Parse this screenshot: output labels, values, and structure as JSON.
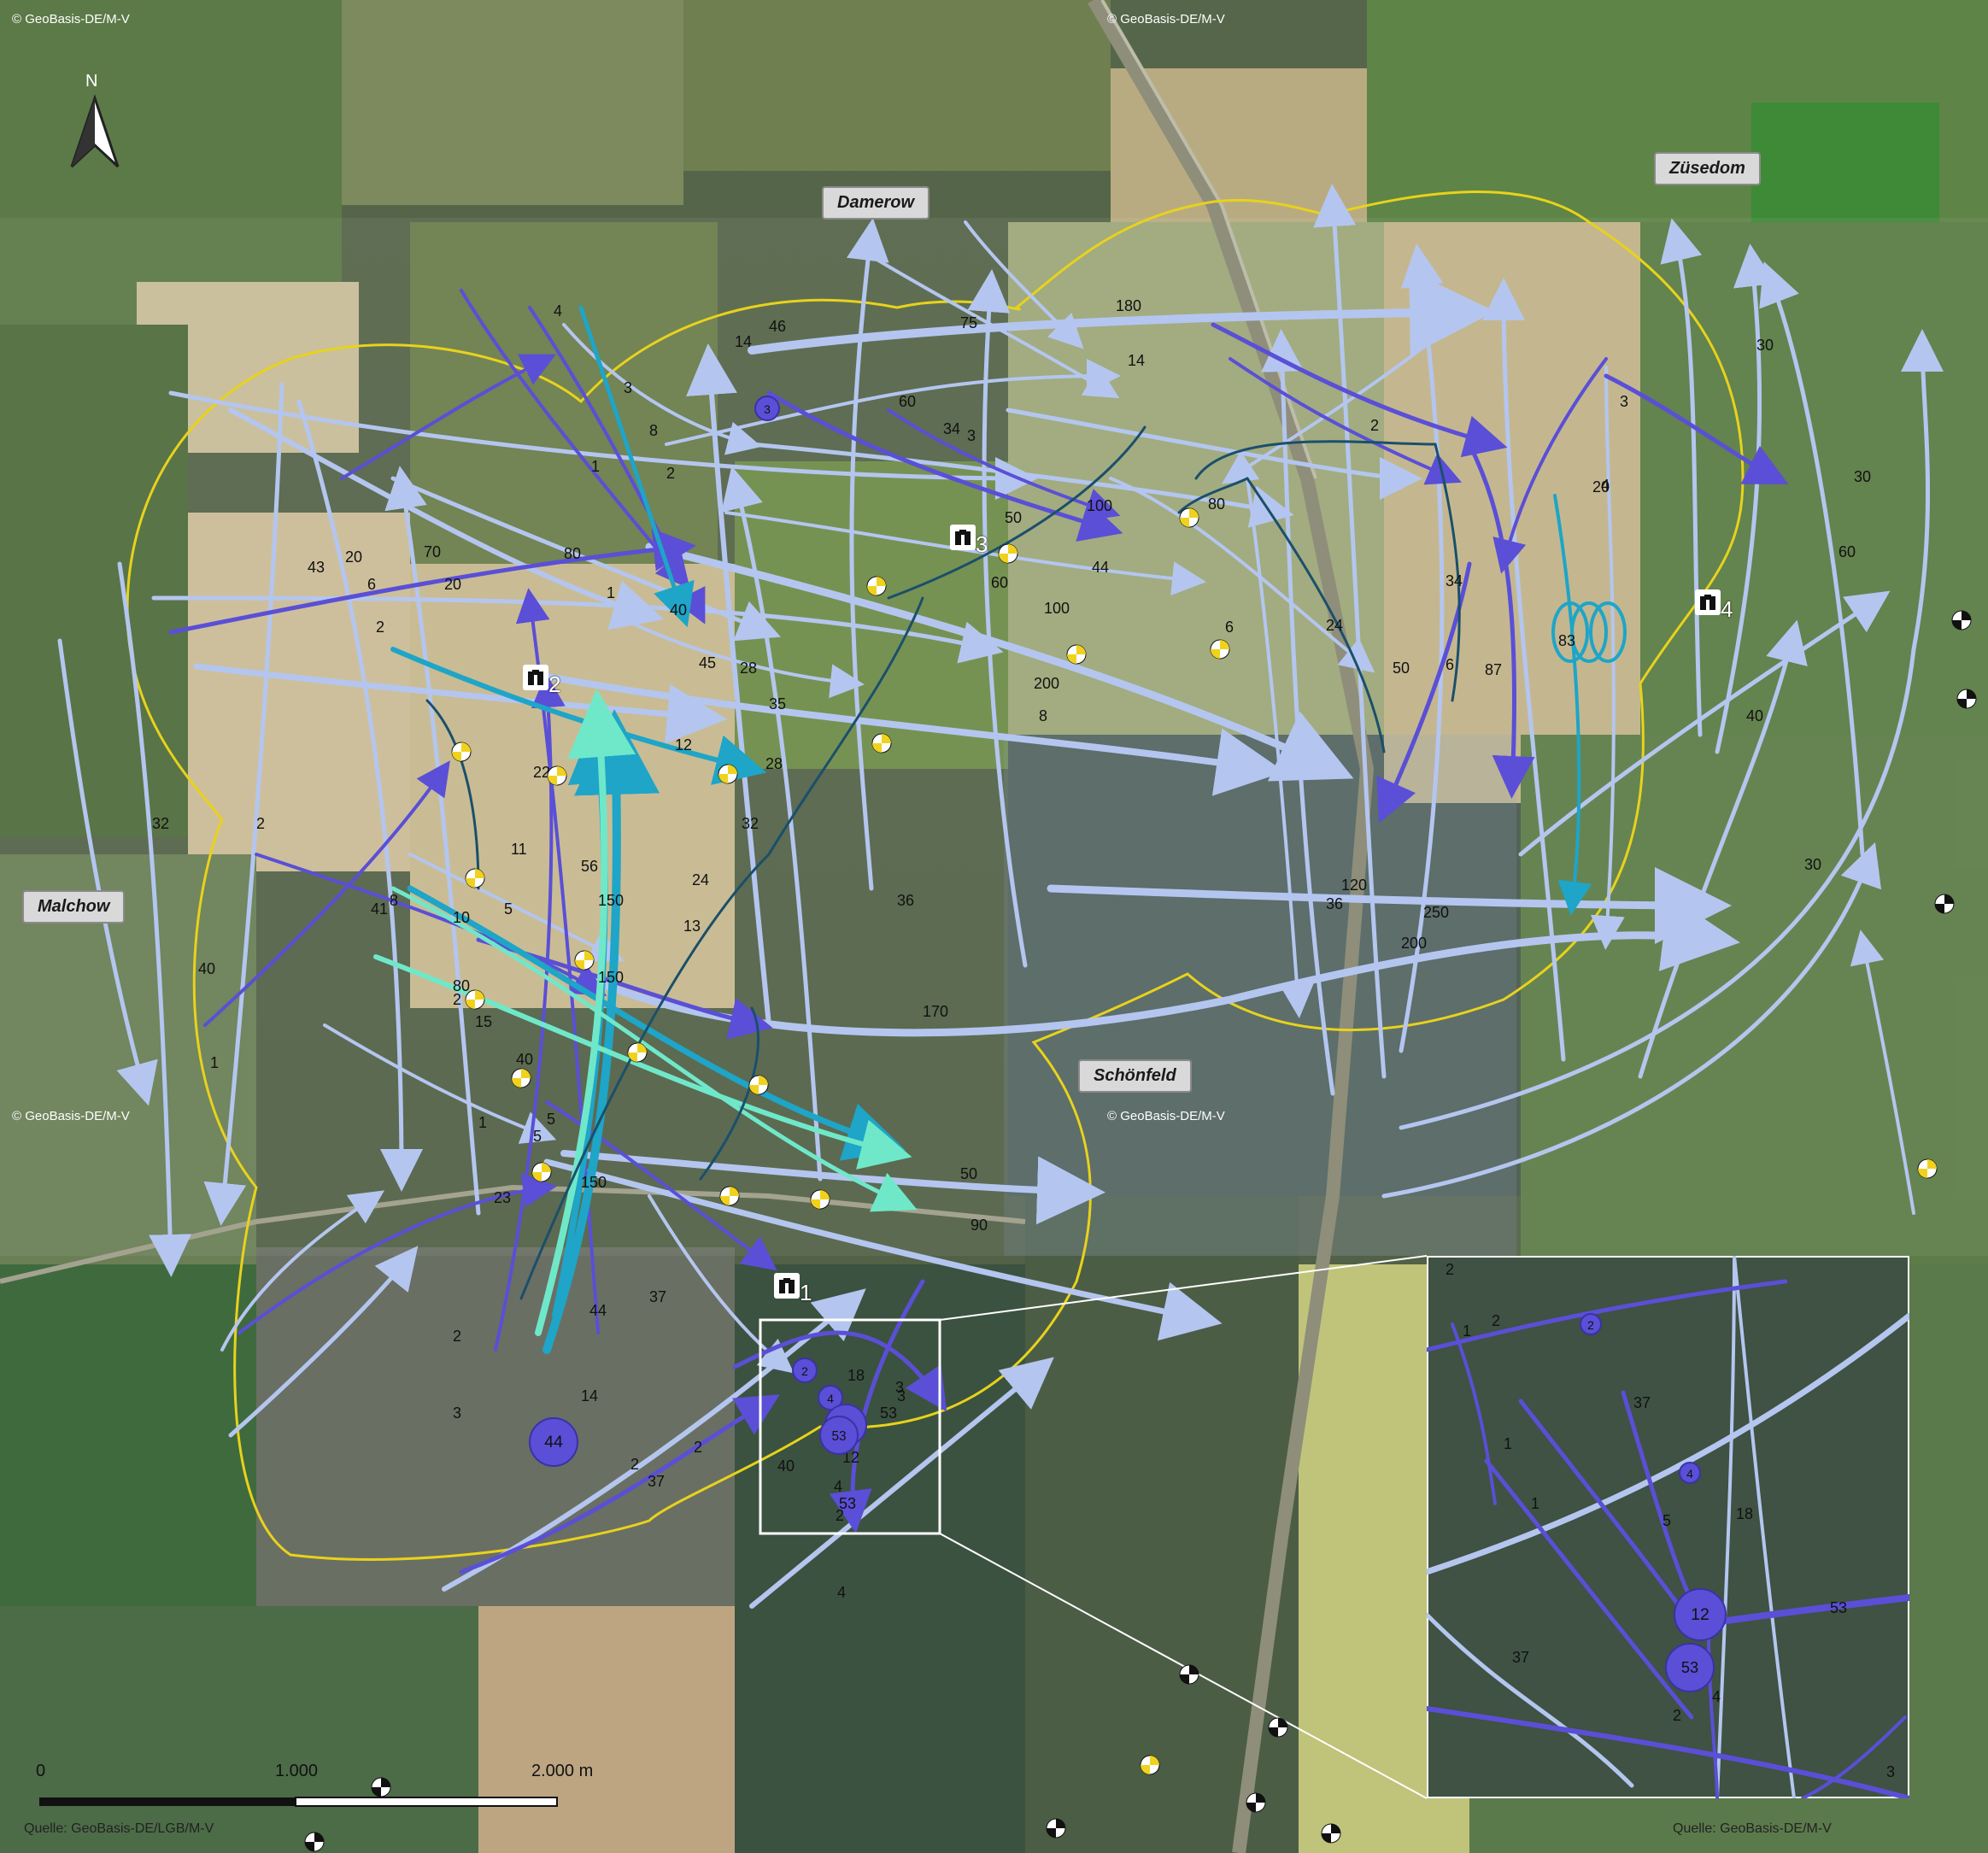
{
  "copyright": "© GeoBasis-DE/M-V",
  "places": {
    "damerow": "Damerow",
    "zuesedom": "Züsedom",
    "malchow": "Malchow",
    "schoenfeld": "Schönfeld"
  },
  "north_label": "N",
  "observation_points": [
    "1",
    "2",
    "3",
    "4"
  ],
  "scale_bar": {
    "label_0": "0",
    "label_1": "1.000",
    "label_2": "2.000 m"
  },
  "source_left": "Quelle: GeoBasis-DE/LGB/M-V",
  "source_right": "Quelle: GeoBasis-DE/M-V",
  "flight_counts": [
    "4",
    "46",
    "14",
    "75",
    "180",
    "14",
    "3",
    "8",
    "2",
    "1",
    "70",
    "80",
    "20",
    "43",
    "20",
    "6",
    "2",
    "1",
    "40",
    "28",
    "45",
    "35",
    "12",
    "28",
    "22",
    "32",
    "56",
    "24",
    "13",
    "150",
    "150",
    "150",
    "11",
    "10",
    "5",
    "80",
    "2",
    "15",
    "41",
    "8",
    "40",
    "5",
    "5",
    "1",
    "23",
    "44",
    "37",
    "2",
    "14",
    "37",
    "2",
    "2",
    "40",
    "4",
    "18",
    "3",
    "53",
    "12",
    "4",
    "53",
    "2",
    "3",
    "60",
    "34",
    "3",
    "50",
    "100",
    "44",
    "100",
    "60",
    "200",
    "8",
    "6",
    "80",
    "3",
    "30",
    "30",
    "60",
    "20",
    "4",
    "2",
    "34",
    "24",
    "50",
    "6",
    "87",
    "83",
    "40",
    "30",
    "36",
    "250",
    "200",
    "120",
    "170",
    "50",
    "90",
    "36",
    "32",
    "40",
    "2",
    "1",
    "3"
  ],
  "circles": {
    "main": [
      {
        "label": "44"
      },
      {
        "label": "3"
      },
      {
        "label": "2"
      },
      {
        "label": "4"
      },
      {
        "label": "12"
      },
      {
        "label": "53"
      }
    ],
    "inset": [
      {
        "label": "2"
      },
      {
        "label": "4"
      },
      {
        "label": "12"
      },
      {
        "label": "53"
      }
    ]
  },
  "inset_labels": [
    "2",
    "2",
    "1",
    "37",
    "1",
    "1",
    "5",
    "18",
    "37",
    "53",
    "4",
    "2",
    "3"
  ],
  "colors": {
    "flight_light": "#b4c6ef",
    "flight_purple": "#5a4fd6",
    "flight_teal": "#1ea5c7",
    "flight_mint": "#6fe8c9",
    "flight_dark": "#1b4f6b",
    "buffer": "#e8d21c"
  }
}
